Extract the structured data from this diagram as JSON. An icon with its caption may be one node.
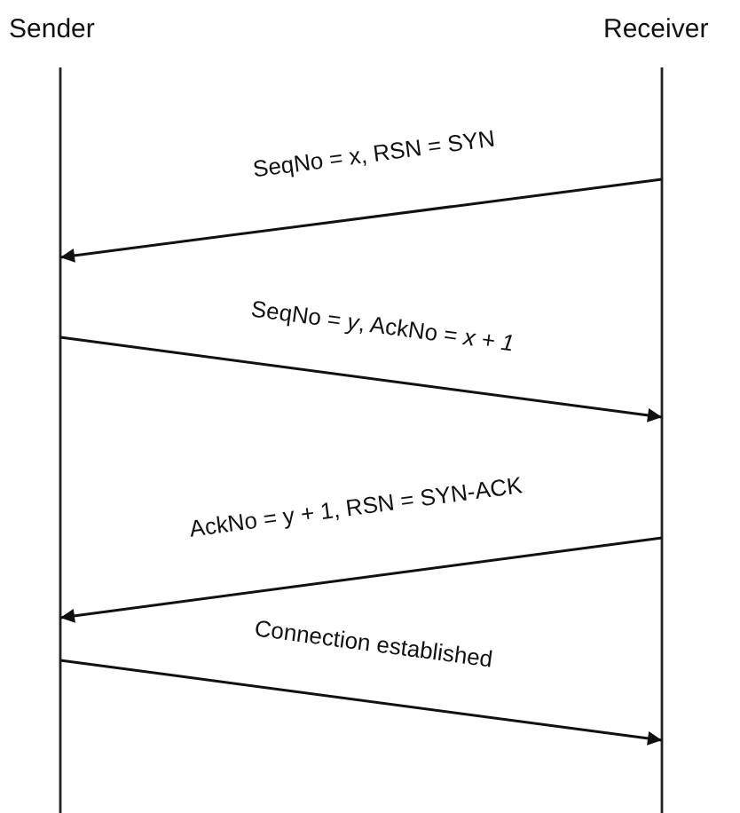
{
  "diagram": {
    "nodes": [
      {
        "text": [
          "Sender"
        ]
      },
      {
        "text": [
          "Receiver"
        ]
      }
    ],
    "edges": [
      {
        "from": 1,
        "to": 0,
        "arrow": "to",
        "label": "SeqNo = x, RSN = SYN"
      },
      {
        "from": 0,
        "to": 1,
        "arrow": "to",
        "label": "SeqNo = *y*, AckNo = *x + 1*"
      },
      {
        "from": 1,
        "to": 0,
        "arrow": "to",
        "label": "AckNo = y + 1, RSN = SYN-ACK"
      },
      {
        "from": 0,
        "to": 1,
        "arrow": "to",
        "label": "Connection established"
      }
    ]
  }
}
